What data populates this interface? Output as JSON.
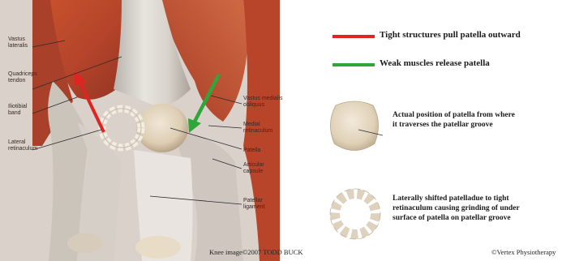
{
  "anatomy_labels": {
    "vastus_lateralis": "Vastus\nlateralis",
    "quadriceps_tendon": "Quadriceps\ntendon",
    "iliotibial_band": "Iliotibial\nband",
    "lateral_retinaculum": "Lateral\nretinaculum",
    "vastus_medialis_obliquus": "Vastus medialis\nobliquus",
    "medial_retinaculum": "Medial\nretinaculum",
    "patella": "Patella",
    "articular_capsule": "Articular\ncapsule",
    "patellar_ligament": "Patellar\nligament"
  },
  "legend": {
    "red_label": "Tight structures pull patella outward",
    "green_label": "Weak muscles release patella",
    "red_color": "#e02424",
    "green_color": "#2ea63a"
  },
  "descriptions": {
    "actual_position": "Actual position of patella from where\nit traverses the patellar groove",
    "shifted_position": "Laterally shifted patelladue to tight\nretinaculum causing grinding of under\nsurface of patella on patellar groove"
  },
  "credits": {
    "image_credit": "Knee image©2007 TODD BUCK",
    "copyright": "©Vertex Physiotherapy"
  }
}
